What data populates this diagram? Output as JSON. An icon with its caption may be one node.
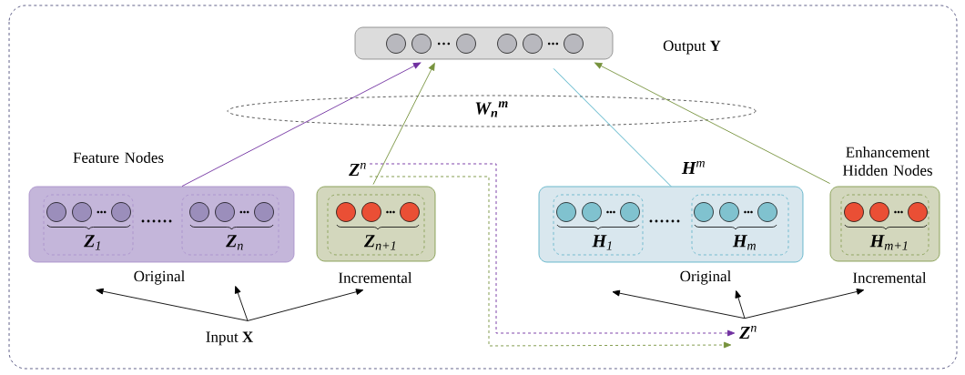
{
  "diagram": {
    "nodes": [
      {
        "text": [],
        "shape": "box",
        "beside": [
          "Output **Y**"
        ]
      },
      {
        "text": [
          "Feature Nodes"
        ],
        "beside": [
          "Original"
        ]
      },
      {
        "text": [
          "**Z**$_{1}$"
        ],
        "in": 1
      },
      {
        "text": [
          "**Z**$_{n}$"
        ],
        "in": 1
      },
      {
        "text": [],
        "shape": "box",
        "beside": [
          "Incremental"
        ]
      },
      {
        "text": [
          "**Z**$_{n+1}$"
        ],
        "in": 4
      },
      {
        "text": [],
        "shape": "box",
        "beside": [
          "Original"
        ]
      },
      {
        "text": [
          "**H**$_{1}$"
        ],
        "in": 6
      },
      {
        "text": [
          "**H**$_{m}$"
        ],
        "in": 6
      },
      {
        "text": [
          "Enhancement Hidden Nodes"
        ],
        "beside": [
          "Incremental"
        ]
      },
      {
        "text": [
          "**H**$_{m+1}$"
        ],
        "in": 9
      },
      {
        "text": [
          "Input **X**"
        ]
      },
      {
        "text": [
          "**Z**$^{n}$"
        ]
      },
      {
        "text": [
          "**Z**$^{n}$"
        ]
      }
    ],
    "edges": [
      {
        "from": 1,
        "to": 0,
        "arrow": "to",
        "color": "#7030a0"
      },
      {
        "from": 4,
        "to": 0,
        "arrow": "to",
        "color": "#76923c"
      },
      {
        "from": 6,
        "to": 0,
        "arrow": "none",
        "color": "#3ba7bf",
        "label": "**H**$^{m}$"
      },
      {
        "from": 9,
        "to": 0,
        "arrow": "to",
        "color": "#76923c"
      },
      {
        "from": 11,
        "to": 1,
        "arrow": "to"
      },
      {
        "from": 11,
        "to": 1,
        "arrow": "to"
      },
      {
        "from": 11,
        "to": 4,
        "arrow": "to"
      },
      {
        "from": 12,
        "to": 6,
        "arrow": "to"
      },
      {
        "from": 12,
        "to": 6,
        "arrow": "to"
      },
      {
        "from": 12,
        "to": 9,
        "arrow": "to"
      },
      {
        "from": 13,
        "to": 12,
        "arrow": "to",
        "style": "dashed",
        "color": "#7030a0"
      },
      {
        "from": 13,
        "to": 12,
        "arrow": "to",
        "style": "dashed",
        "color": "#76923c"
      }
    ],
    "labels": [
      "**W**$_{n}$$^{m}$"
    ]
  }
}
